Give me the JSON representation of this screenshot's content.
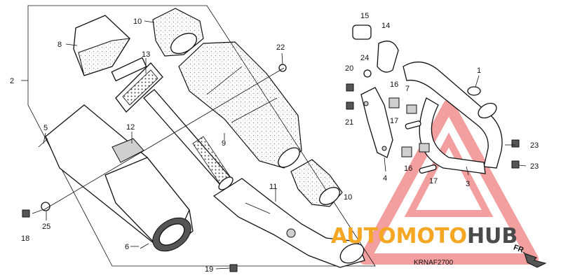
{
  "diagram_code": "KRNAF2700",
  "brand": {
    "left": "AUTOMOTO",
    "right": "HUB",
    "left_color": "#F5A623",
    "right_color": "#4a4a4a",
    "triangle_color": "#f08080"
  },
  "direction_label": "FR.",
  "callouts": {
    "c1": "1",
    "c2": "2",
    "c3": "3",
    "c4": "4",
    "c5": "5",
    "c6": "6",
    "c7": "7",
    "c8": "8",
    "c9": "9",
    "c10a": "10",
    "c10b": "10",
    "c11": "11",
    "c12": "12",
    "c13": "13",
    "c14": "14",
    "c15": "15",
    "c16a": "16",
    "c16b": "16",
    "c17a": "17",
    "c17b": "17",
    "c18": "18",
    "c19": "19",
    "c20": "20",
    "c21": "21",
    "c22": "22",
    "c23a": "23",
    "c23b": "23",
    "c24": "24",
    "c25": "25"
  }
}
